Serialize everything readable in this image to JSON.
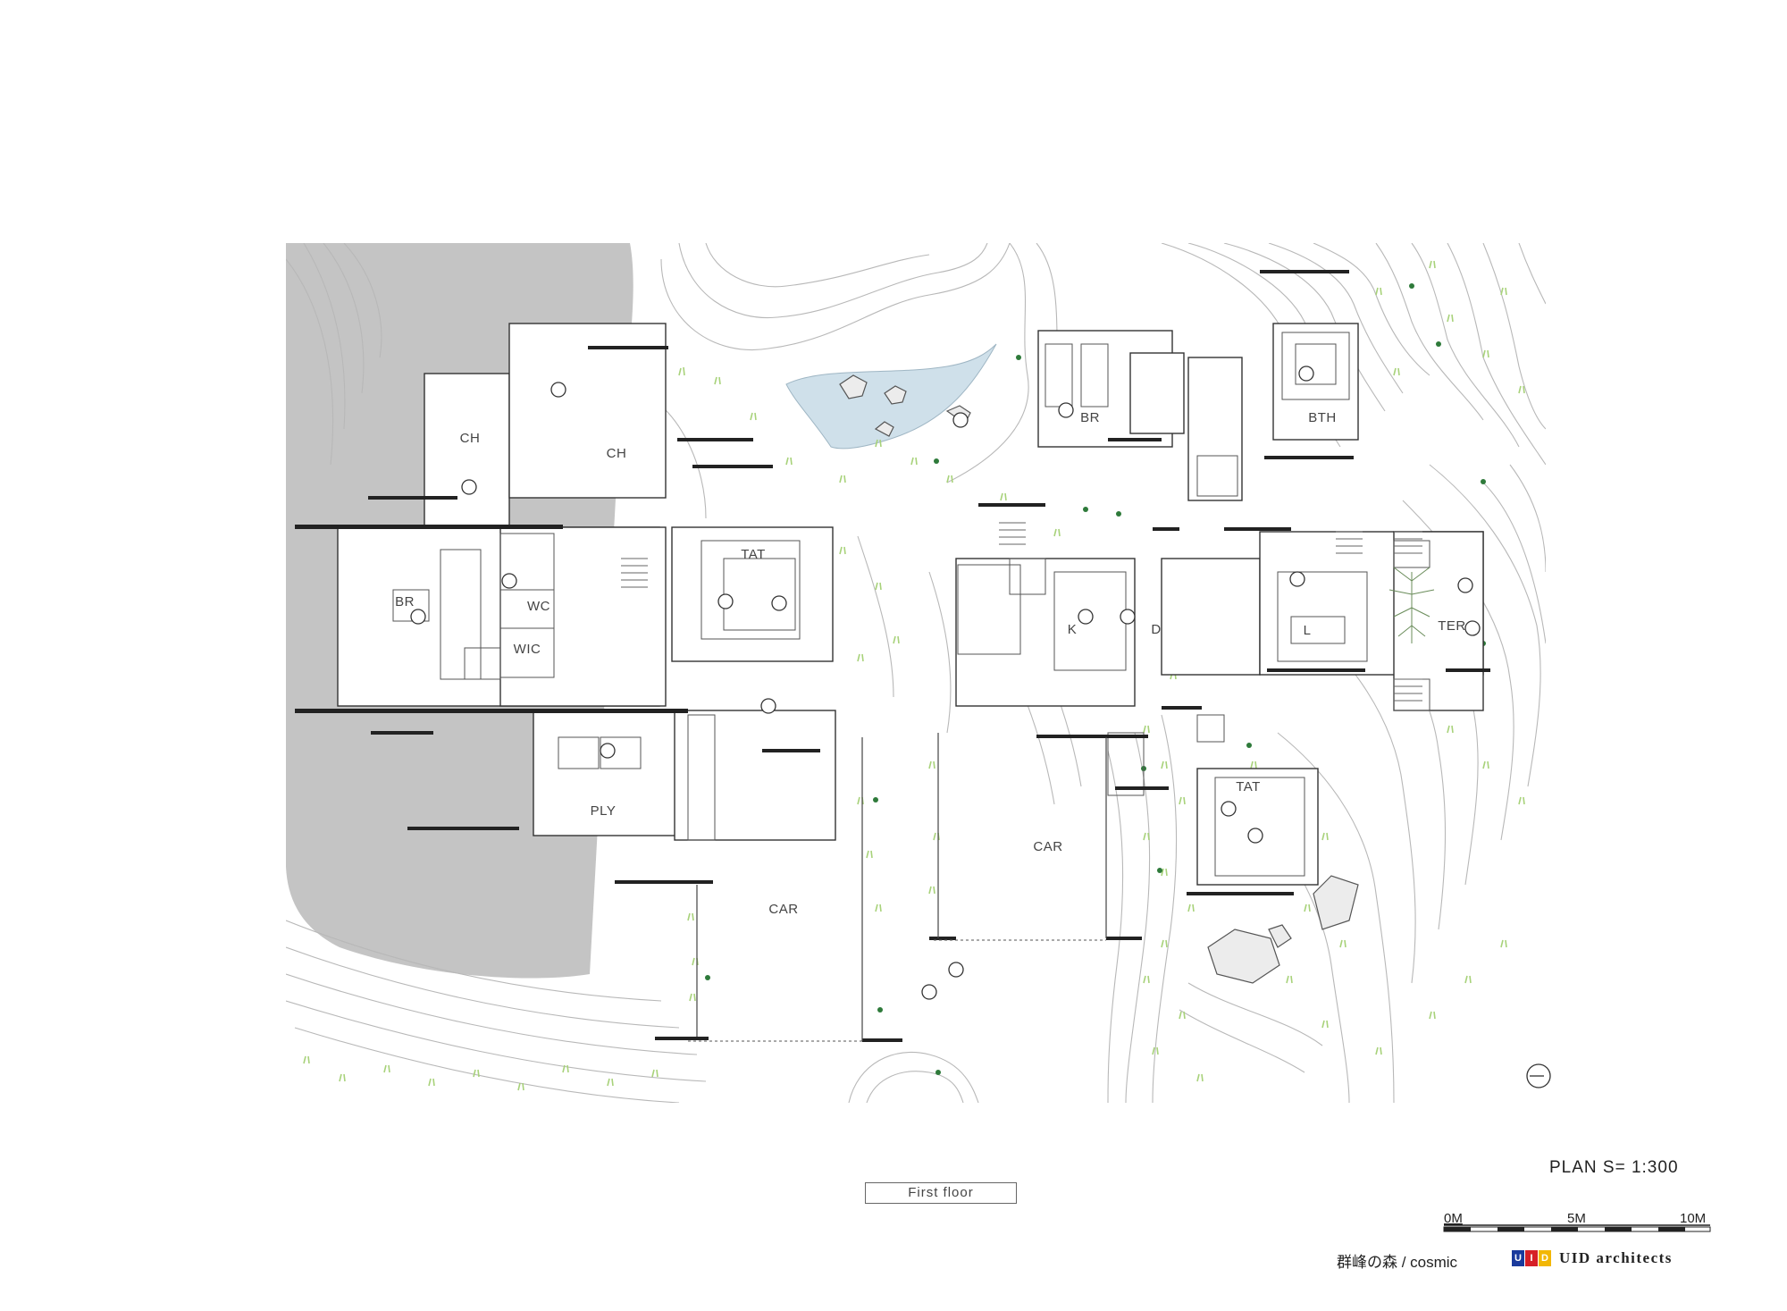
{
  "rooms": [
    {
      "id": "ch-1",
      "label": "CH"
    },
    {
      "id": "ch-2",
      "label": "CH"
    },
    {
      "id": "br-1",
      "label": "BR"
    },
    {
      "id": "wc",
      "label": "WC"
    },
    {
      "id": "wic",
      "label": "WIC"
    },
    {
      "id": "ply",
      "label": "PLY"
    },
    {
      "id": "tat-1",
      "label": "TAT"
    },
    {
      "id": "car-1",
      "label": "CAR"
    },
    {
      "id": "car-2",
      "label": "CAR"
    },
    {
      "id": "br-2",
      "label": "BR"
    },
    {
      "id": "bth",
      "label": "BTH"
    },
    {
      "id": "k",
      "label": "K"
    },
    {
      "id": "d",
      "label": "D"
    },
    {
      "id": "l",
      "label": "L"
    },
    {
      "id": "ter",
      "label": "TER"
    },
    {
      "id": "tat-2",
      "label": "TAT"
    }
  ],
  "caption": "First floor",
  "scale": {
    "title": "PLAN S= 1:300",
    "ticks": [
      "0M",
      "5M",
      "10M"
    ]
  },
  "project": "群峰の森 / cosmic",
  "logo": {
    "letters": [
      "U",
      "I",
      "D"
    ],
    "colors": [
      "#1a3a9c",
      "#d61f26",
      "#f2b705"
    ],
    "name": "UID architects"
  }
}
